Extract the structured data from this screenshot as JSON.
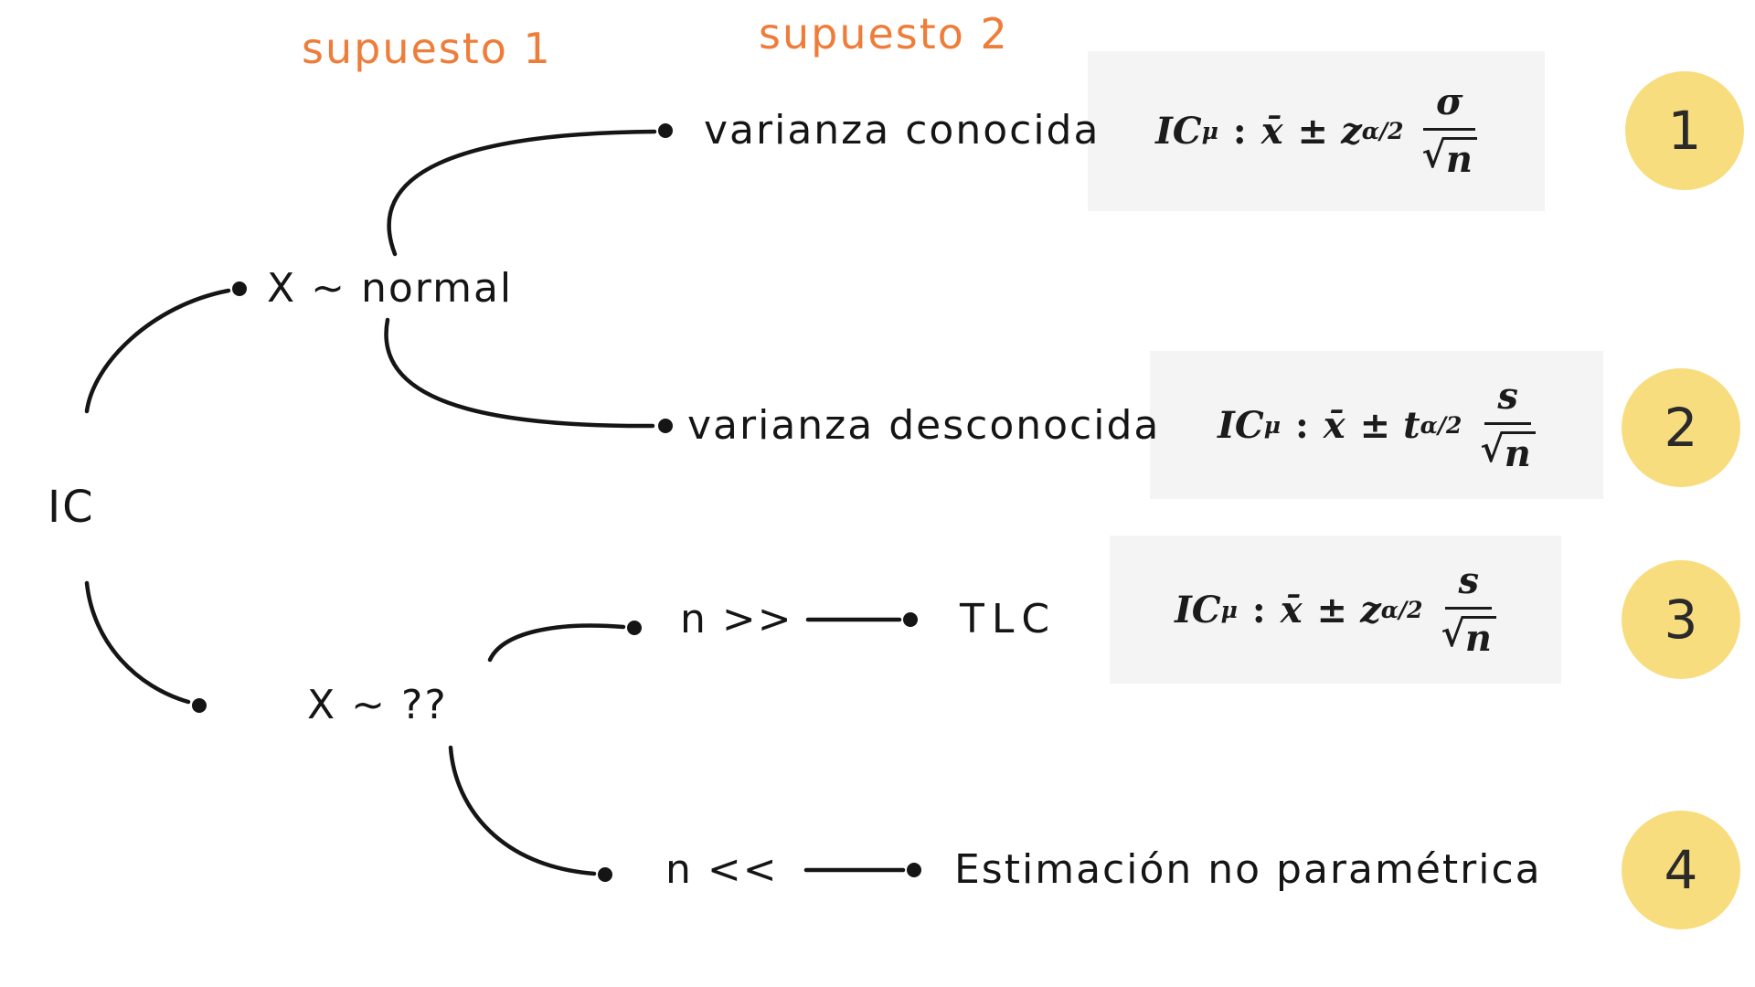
{
  "headers": {
    "supuesto_1": "supuesto 1",
    "supuesto_2": "supuesto 2"
  },
  "root_label": "IC",
  "nodes": {
    "normal": "X ~ normal",
    "unknown": "X ~ ??",
    "varianza_conocida": "varianza conocida",
    "varianza_desconocida": "varianza desconocida",
    "n_large": "n >>",
    "tlc": "TLC",
    "n_small": "n <<",
    "no_parametrica": "Estimación no paramétrica"
  },
  "formulas": [
    {
      "lead": "IC",
      "lead_sub": "μ",
      "colon": ":",
      "mean": "x̄",
      "pm": "±",
      "stat": "z",
      "stat_sub": "α/2",
      "num": "σ",
      "radical": "√",
      "den": "n"
    },
    {
      "lead": "IC",
      "lead_sub": "μ",
      "colon": ":",
      "mean": "x̄",
      "pm": "±",
      "stat": "t",
      "stat_sub": "α/2",
      "num": "s",
      "radical": "√",
      "den": "n"
    },
    {
      "lead": "IC",
      "lead_sub": "μ",
      "colon": ":",
      "mean": "x̄",
      "pm": "±",
      "stat": "z",
      "stat_sub": "α/2",
      "num": "s",
      "radical": "√",
      "den": "n"
    }
  ],
  "badges": [
    "1",
    "2",
    "3",
    "4"
  ],
  "colors": {
    "accent_orange": "#ef7d3a",
    "badge_yellow": "#f8dd7e",
    "formula_bg": "#f4f4f4",
    "ink": "#151515"
  }
}
